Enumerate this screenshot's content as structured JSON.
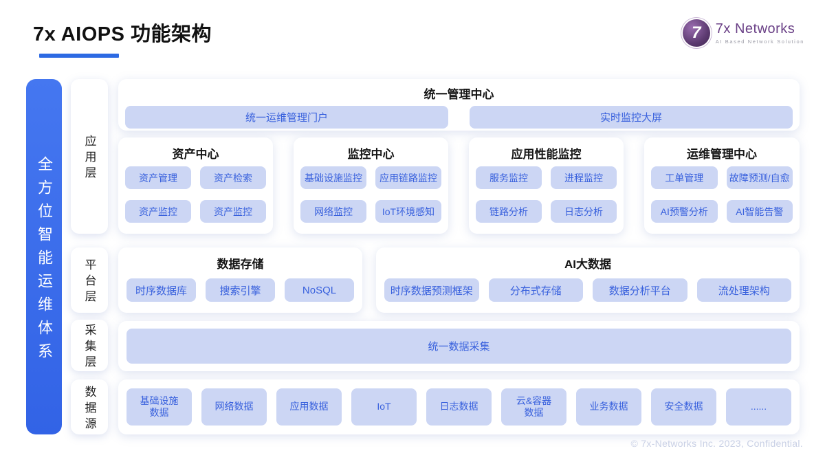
{
  "header": {
    "title": "7x AIOPS 功能架构",
    "logo": {
      "mark": "7",
      "brand": "7x Networks",
      "tagline": "AI  Based  Network  Solution"
    }
  },
  "side_banner": {
    "text": "全方位智能运维体系"
  },
  "layers": [
    {
      "label": "应用层"
    },
    {
      "label": "平台层"
    },
    {
      "label": "采集层"
    },
    {
      "label": "数据源"
    }
  ],
  "management_center": {
    "title": "统一管理中心",
    "items": [
      "统一运维管理门户",
      "实时监控大屏"
    ]
  },
  "app_layer_sections": [
    {
      "title": "资产中心",
      "items": [
        "资产管理",
        "资产检索",
        "资产监控",
        "资产监控"
      ]
    },
    {
      "title": "监控中心",
      "items": [
        "基础设施监控",
        "应用链路监控",
        "网络监控",
        "IoT环境感知"
      ]
    },
    {
      "title": "应用性能监控",
      "items": [
        "服务监控",
        "进程监控",
        "链路分析",
        "日志分析"
      ]
    },
    {
      "title": "运维管理中心",
      "items": [
        "工单管理",
        "故障预测/自愈",
        "AI预警分析",
        "AI智能告警"
      ]
    }
  ],
  "platform_sections": [
    {
      "title": "数据存储",
      "items": [
        "时序数据库",
        "搜索引擎",
        "NoSQL"
      ]
    },
    {
      "title": "AI大数据",
      "items": [
        "时序数据预测框架",
        "分布式存储",
        "数据分析平台",
        "流处理架构"
      ]
    }
  ],
  "collection_layer": {
    "item": "统一数据采集"
  },
  "data_sources": [
    "基础设施\n数据",
    "网络数据",
    "应用数据",
    "IoT",
    "日志数据",
    "云&容器\n数据",
    "业务数据",
    "安全数据",
    "......"
  ],
  "footer": {
    "copyright": "© 7x-Networks Inc. 2023, Confidential."
  },
  "colors": {
    "accent_blue": "#3a6cea",
    "pill_bg": "#ccd6f4",
    "pill_text": "#3961dd",
    "underline": "#2d6ae3",
    "logo_purple": "#6a4086"
  }
}
